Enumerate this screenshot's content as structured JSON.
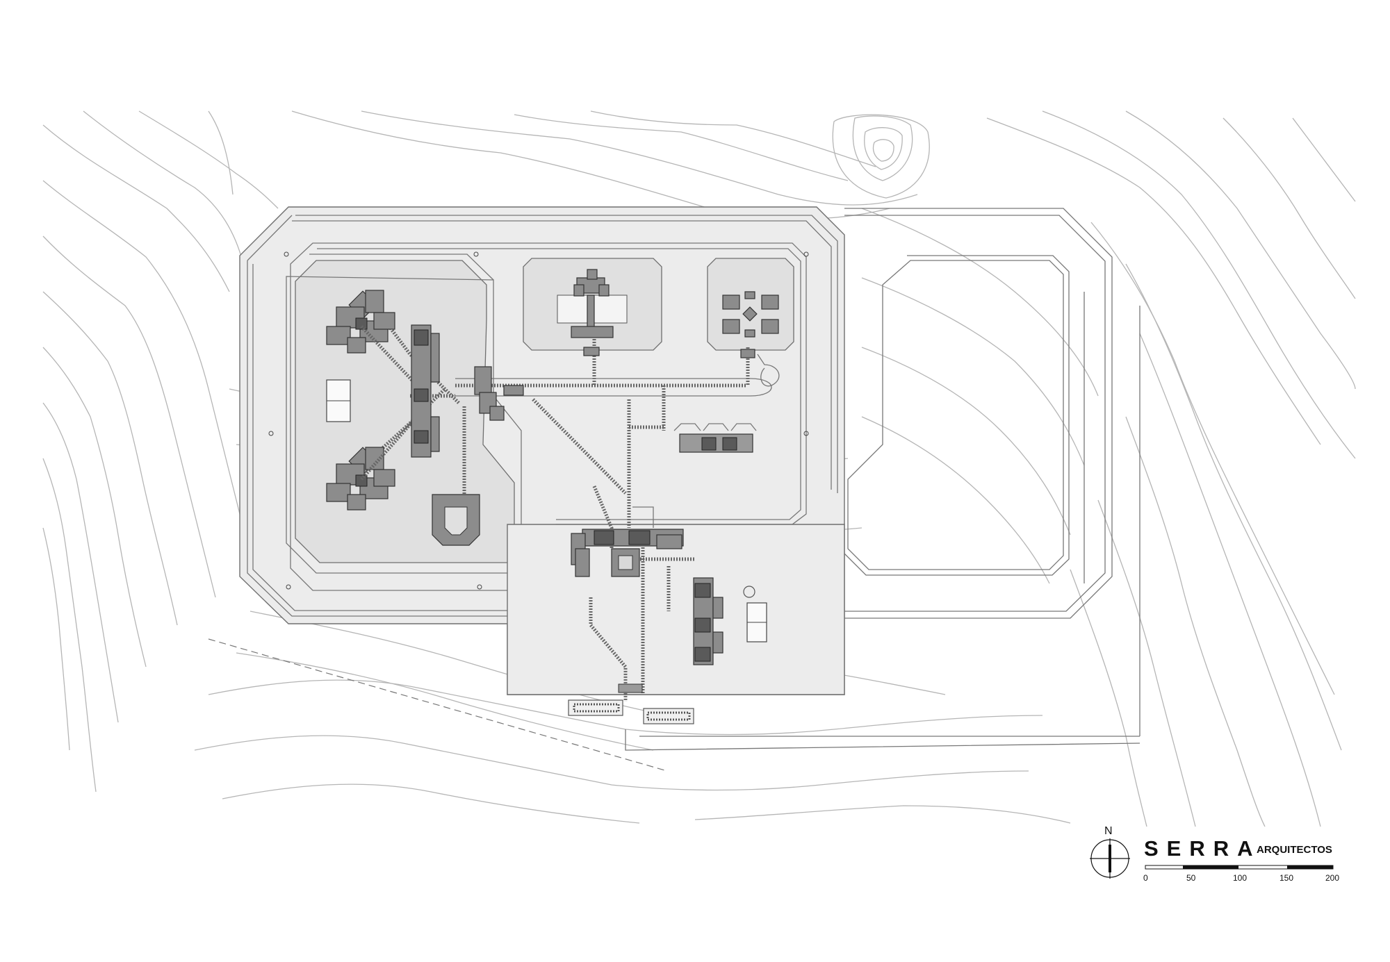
{
  "brand": {
    "name": "SERRA",
    "subtitle": "ARQUITECTOS"
  },
  "north_arrow": {
    "label": "N"
  },
  "scale_bar": {
    "ticks": [
      "0",
      "50",
      "100",
      "150",
      "200"
    ]
  },
  "colors": {
    "contour": "#b5b5b5",
    "zone_fill": "#ececec",
    "building_fill": "#8c8c8c",
    "line": "#6f6f6f"
  }
}
